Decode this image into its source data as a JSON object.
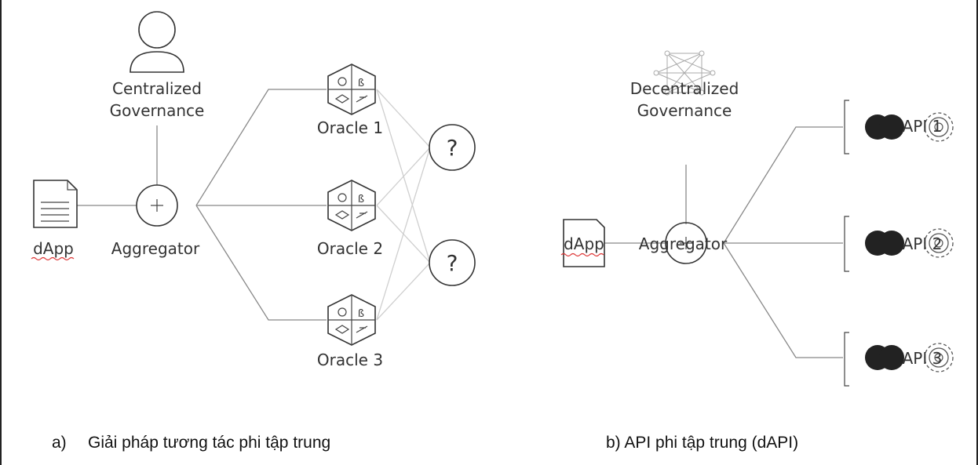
{
  "panel_a": {
    "governance": [
      "Centralized",
      "Governance"
    ],
    "dapp_label": "dApp",
    "aggregator_label": "Aggregator",
    "oracles": [
      "Oracle 1",
      "Oracle 2",
      "Oracle 3"
    ],
    "unknown_symbol": "?",
    "caption_prefix": "a)",
    "caption": "Giải pháp tương tác phi tập trung"
  },
  "panel_b": {
    "governance": [
      "Decentralized",
      "Governance"
    ],
    "dapp_label": "dApp",
    "aggregator_label": "Aggregator",
    "apis": [
      "API 1",
      "API 2",
      "API 3"
    ],
    "caption": "b) API phi tập trung (dAPI)"
  },
  "icons": {
    "person": "person-icon",
    "document": "document-icon",
    "plus": "plus-icon",
    "oracle": "hexagon-oracle-icon",
    "network": "network-icon",
    "gear": "gear-icon"
  }
}
